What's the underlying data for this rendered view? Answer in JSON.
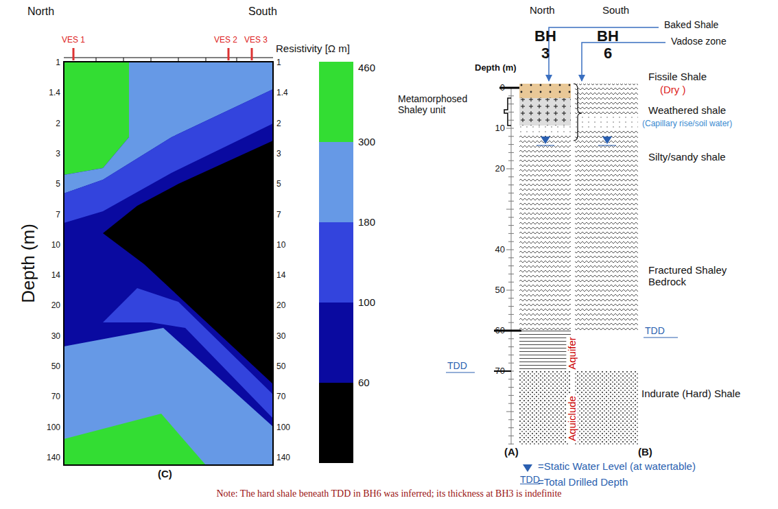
{
  "diagram": {
    "labels": [
      "North",
      "South",
      "VES 1",
      "VES 2",
      "VES 3",
      "Resistivity [Ω m]",
      "Depth (m)",
      "1",
      "1.4",
      "2",
      "3",
      "5",
      "7",
      "10",
      "14",
      "20",
      "30",
      "50",
      "70",
      "100",
      "140",
      "1",
      "1.4",
      "2",
      "3",
      "5",
      "7",
      "10",
      "14",
      "20",
      "30",
      "50",
      "70",
      "100",
      "140",
      "(C)",
      "North",
      "South",
      "Depth (m)",
      "BH 3",
      "BH 6",
      "Baked Shale",
      "Vadose zone",
      "Fissile Shale",
      "(Dry )",
      "Metamorphosed Shaley unit",
      "Weathered shale",
      "(Capillary rise/soil water)",
      "Silty/sandy shale",
      "Fractured Shaley Bedrock",
      "Aquifer",
      "Aquiclude",
      "Indurate (Hard) Shale",
      "TDD",
      "TDD",
      "0",
      "10",
      "20",
      "40",
      "50",
      "60",
      "70",
      "(A)",
      "(B)",
      "=Static Water Level (at watertable)",
      "TDD",
      "=Total Drilled Depth",
      "Note: The hard shale beneath TDD in BH6 was inferred; its thickness at BH3 is indefinite"
    ],
    "legend": [
      {
        "text": "460",
        "color": "#33dd33"
      },
      {
        "text": "300",
        "color": "#6699e6"
      },
      {
        "text": "180",
        "color": "#3344dd"
      },
      {
        "text": "100",
        "color": "#0a0aa0"
      },
      {
        "text": "60",
        "color": "#000000"
      }
    ]
  }
}
